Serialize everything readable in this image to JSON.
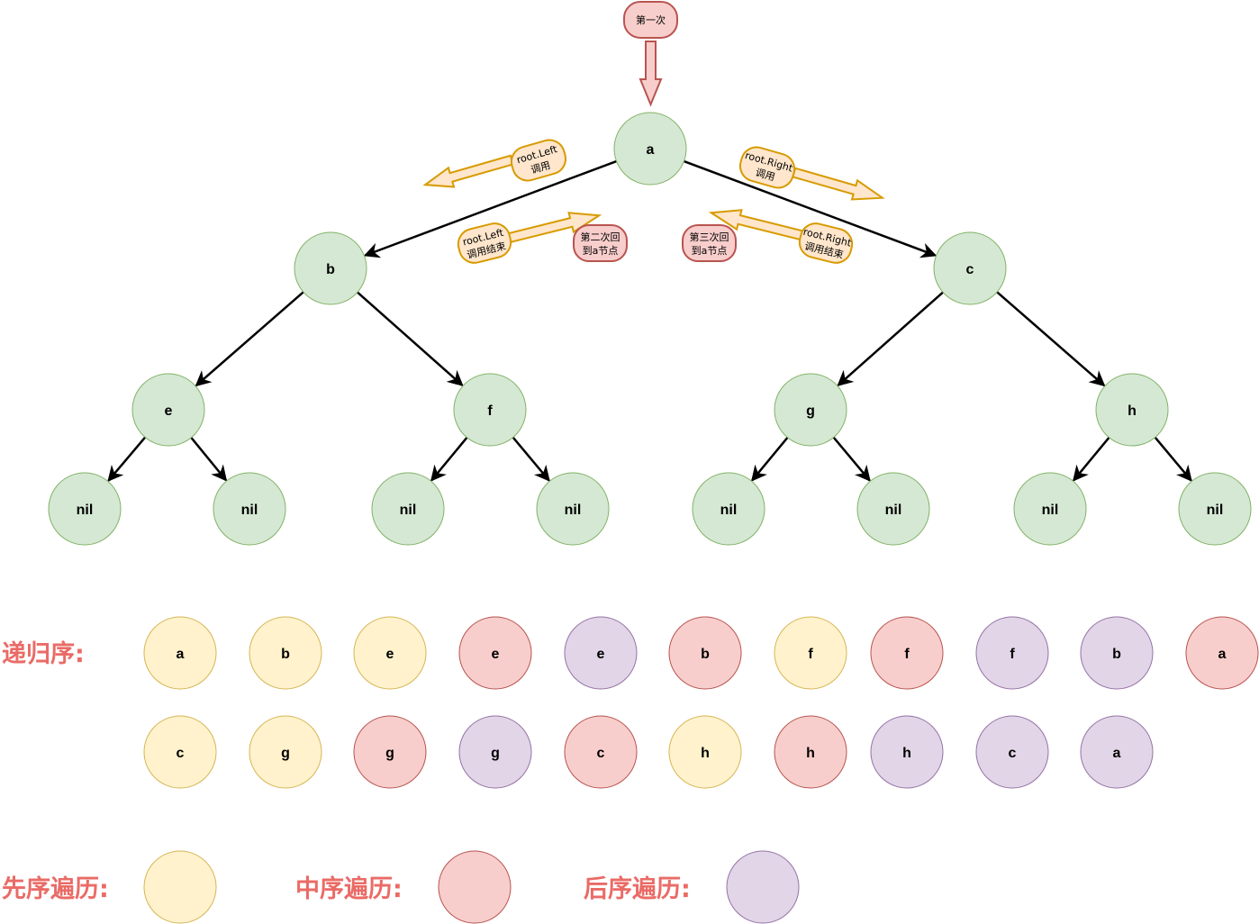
{
  "colors": {
    "tree_fill": "#D5E8D4",
    "tree_stroke": "#82B366",
    "pre_fill": "#FFF2CC",
    "pre_stroke": "#D6B656",
    "in_fill": "#F8CECC",
    "in_stroke": "#B85450",
    "post_fill": "#E1D5E7",
    "post_stroke": "#9673A6",
    "arrow_fill": "#FFE6CC",
    "arrow_stroke": "#D79B00",
    "label_color": "#EA6B66"
  },
  "tree": {
    "nodes": [
      {
        "id": "a",
        "label": "a"
      },
      {
        "id": "b",
        "label": "b"
      },
      {
        "id": "c",
        "label": "c"
      },
      {
        "id": "e",
        "label": "e"
      },
      {
        "id": "f",
        "label": "f"
      },
      {
        "id": "g",
        "label": "g"
      },
      {
        "id": "h",
        "label": "h"
      },
      {
        "id": "n1",
        "label": "nil"
      },
      {
        "id": "n2",
        "label": "nil"
      },
      {
        "id": "n3",
        "label": "nil"
      },
      {
        "id": "n4",
        "label": "nil"
      },
      {
        "id": "n5",
        "label": "nil"
      },
      {
        "id": "n6",
        "label": "nil"
      },
      {
        "id": "n7",
        "label": "nil"
      },
      {
        "id": "n8",
        "label": "nil"
      }
    ],
    "edges": [
      [
        "a",
        "b"
      ],
      [
        "a",
        "c"
      ],
      [
        "b",
        "e"
      ],
      [
        "b",
        "f"
      ],
      [
        "c",
        "g"
      ],
      [
        "c",
        "h"
      ],
      [
        "e",
        "n1"
      ],
      [
        "e",
        "n2"
      ],
      [
        "f",
        "n3"
      ],
      [
        "f",
        "n4"
      ],
      [
        "g",
        "n5"
      ],
      [
        "g",
        "n6"
      ],
      [
        "h",
        "n7"
      ],
      [
        "h",
        "n8"
      ]
    ]
  },
  "annotations": {
    "first": "第一次",
    "root_left_call": [
      "root.Left",
      "调用"
    ],
    "root_left_end": [
      "root.Left",
      "调用结束"
    ],
    "second_return": [
      "第二次回",
      "到a节点"
    ],
    "third_return": [
      "第三次回",
      "到a节点"
    ],
    "root_right_call": [
      "root.Right",
      "调用"
    ],
    "root_right_end": [
      "root.Right",
      "调用结束"
    ]
  },
  "sequence": {
    "label": "递归序:",
    "row1": [
      {
        "label": "a",
        "type": "pre"
      },
      {
        "label": "b",
        "type": "pre"
      },
      {
        "label": "e",
        "type": "pre"
      },
      {
        "label": "e",
        "type": "in"
      },
      {
        "label": "e",
        "type": "post"
      },
      {
        "label": "b",
        "type": "in"
      },
      {
        "label": "f",
        "type": "pre"
      },
      {
        "label": "f",
        "type": "in"
      },
      {
        "label": "f",
        "type": "post"
      },
      {
        "label": "b",
        "type": "post"
      },
      {
        "label": "a",
        "type": "in"
      }
    ],
    "row2": [
      {
        "label": "c",
        "type": "pre"
      },
      {
        "label": "g",
        "type": "pre"
      },
      {
        "label": "g",
        "type": "in"
      },
      {
        "label": "g",
        "type": "post"
      },
      {
        "label": "c",
        "type": "in"
      },
      {
        "label": "h",
        "type": "pre"
      },
      {
        "label": "h",
        "type": "in"
      },
      {
        "label": "h",
        "type": "post"
      },
      {
        "label": "c",
        "type": "post"
      },
      {
        "label": "a",
        "type": "post"
      }
    ]
  },
  "legend": [
    {
      "label": "先序遍历:",
      "type": "pre"
    },
    {
      "label": "中序遍历:",
      "type": "in"
    },
    {
      "label": "后序遍历:",
      "type": "post"
    }
  ]
}
